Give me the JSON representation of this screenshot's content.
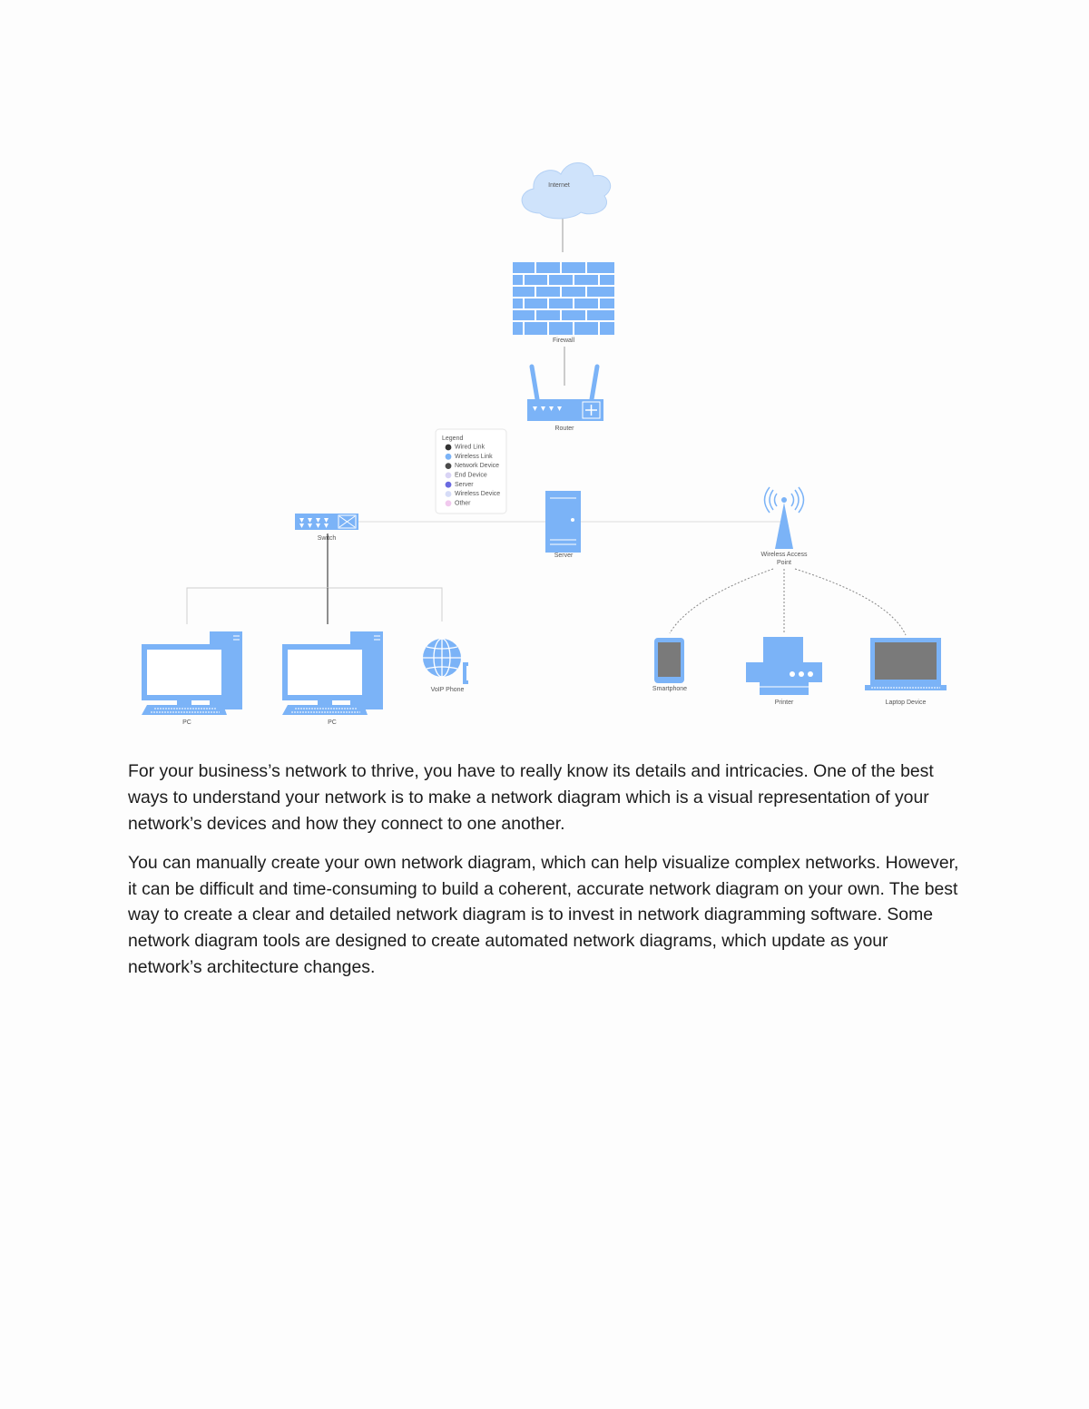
{
  "diagram": {
    "colors": {
      "device": "#7bb3f7",
      "device_dark": "#5b9be6",
      "line": "#9a9a9a",
      "screen": "#ffffff",
      "screen_dark": "#7a7a7a"
    },
    "nodes": {
      "internet": {
        "label": "Internet",
        "icon": "cloud-icon"
      },
      "firewall": {
        "label": "Firewall",
        "icon": "firewall-icon"
      },
      "router": {
        "label": "Router",
        "icon": "router-icon"
      },
      "switch": {
        "label": "Switch",
        "icon": "switch-icon"
      },
      "server": {
        "label": "Server",
        "icon": "server-icon"
      },
      "access_point": {
        "label_line1": "Wireless Access",
        "label_line2": "Point",
        "icon": "wireless-access-point-icon"
      },
      "pc1": {
        "label": "PC",
        "icon": "desktop-pc-icon"
      },
      "pc2": {
        "label": "PC",
        "icon": "desktop-pc-icon"
      },
      "voip_phone": {
        "label": "VoIP Phone",
        "icon": "voip-phone-icon"
      },
      "smartphone": {
        "label": "Smartphone",
        "icon": "smartphone-icon"
      },
      "printer": {
        "label": "Printer",
        "icon": "printer-icon"
      },
      "laptop": {
        "label": "Laptop Device",
        "icon": "laptop-icon"
      }
    },
    "legend": {
      "title": "Legend",
      "items": [
        {
          "label": "Wired Link",
          "color": "#333333"
        },
        {
          "label": "Wireless Link",
          "color": "#7bb3f7"
        },
        {
          "label": "Network Device",
          "color": "#4a4a4a"
        },
        {
          "label": "End Device",
          "color": "#d9d4f5"
        },
        {
          "label": "Server",
          "color": "#6a6ae0"
        },
        {
          "label": "Wireless Device",
          "color": "#d6dcf7"
        },
        {
          "label": "Other",
          "color": "#f1c9ee"
        }
      ]
    }
  },
  "text": {
    "paragraph1": "For your business’s network to thrive, you have to really know its details and intricacies. One of the best ways to understand your network is to make a network diagram  which is a visual representation of your network’s devices and how they connect to one another.",
    "paragraph2": "You can manually create your own network diagram, which can help visualize complex networks. However, it can be difficult and time-consuming to build a coherent, accurate network diagram on your own. The best way to create a clear and detailed network diagram is to invest in network diagramming software. Some network diagram tools are designed to create automated network diagrams, which update as your network’s architecture changes."
  }
}
